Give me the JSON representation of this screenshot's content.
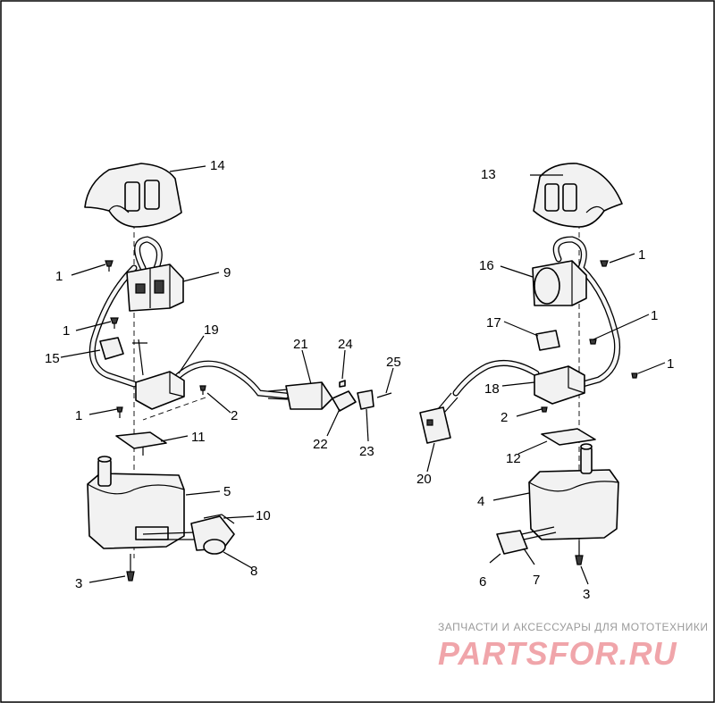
{
  "diagram": {
    "callouts": [
      "1",
      "2",
      "3",
      "4",
      "5",
      "6",
      "7",
      "8",
      "9",
      "10",
      "11",
      "12",
      "13",
      "14",
      "15",
      "16",
      "17",
      "18",
      "19",
      "20",
      "21",
      "22",
      "23",
      "24",
      "25"
    ]
  },
  "watermark": {
    "tagline": "ЗАПЧАСТИ И АКСЕССУАРЫ ДЛЯ МОТОТЕХНИКИ",
    "brand": "PARTSFOR.RU"
  },
  "colors": {
    "ink": "#000000",
    "fill": "#f2f2f2",
    "watermark": "#f0a5aa"
  }
}
